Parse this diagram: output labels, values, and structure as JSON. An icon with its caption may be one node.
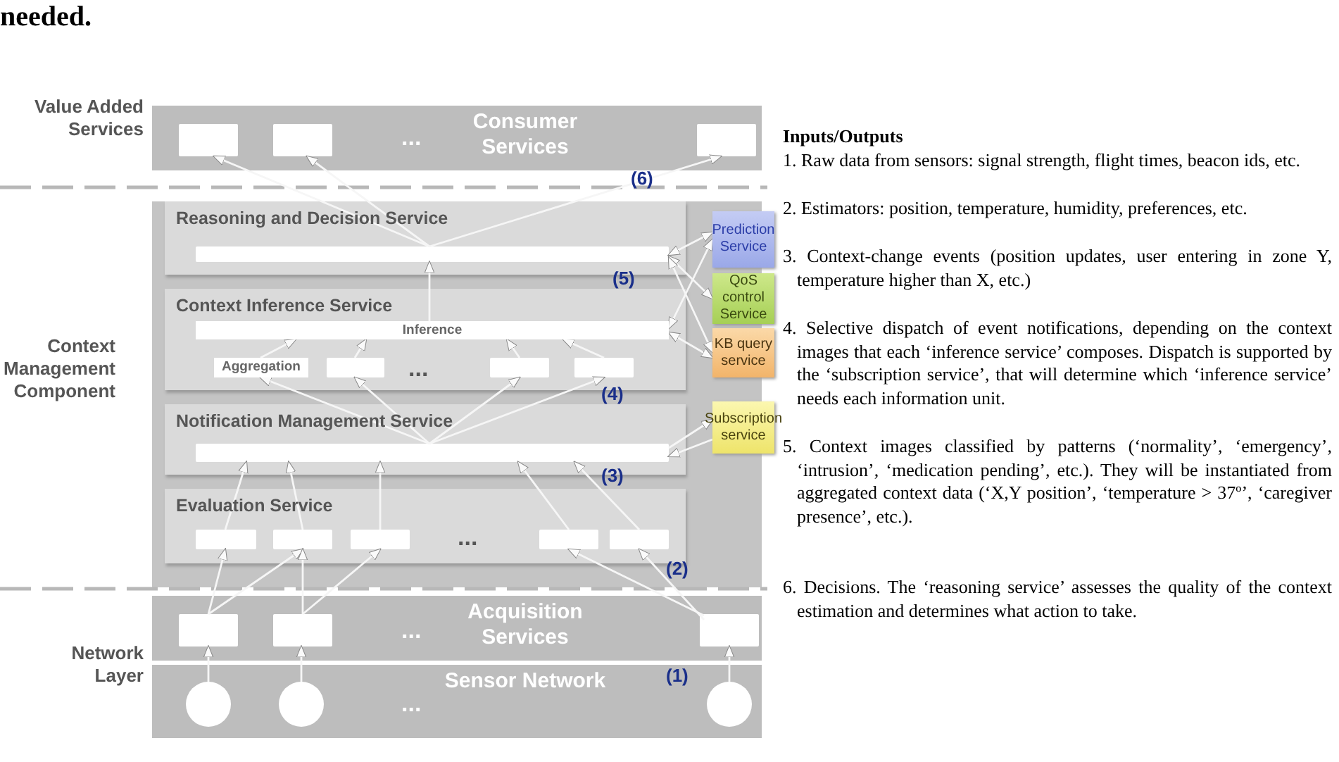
{
  "diagram": {
    "nodes": [
      {
        "text": [
          "Consumer Services"
        ]
      },
      {
        "text": [],
        "shape": "box",
        "in": 0
      },
      {
        "text": [],
        "shape": "box",
        "in": 0
      },
      {
        "text": [],
        "shape": "box",
        "in": 0
      },
      {
        "text": [],
        "shape": "box"
      },
      {
        "text": [
          "Reasoning and Decision Service"
        ],
        "in": 4
      },
      {
        "text": [],
        "shape": "bar",
        "in": 5
      },
      {
        "text": [
          "Context Inference Service"
        ],
        "in": 4
      },
      {
        "text": [
          "Inference"
        ],
        "in": 7
      },
      {
        "text": [
          "Aggregation"
        ],
        "in": 7
      },
      {
        "text": [],
        "shape": "box",
        "in": 7
      },
      {
        "text": [],
        "shape": "box",
        "in": 7
      },
      {
        "text": [],
        "shape": "box",
        "in": 7
      },
      {
        "text": [
          "Notification Management Service"
        ],
        "in": 4
      },
      {
        "text": [],
        "shape": "bar",
        "in": 13
      },
      {
        "text": [
          "Evaluation Service"
        ],
        "in": 4
      },
      {
        "text": [],
        "shape": "box",
        "in": 15
      },
      {
        "text": [],
        "shape": "box",
        "in": 15
      },
      {
        "text": [],
        "shape": "box",
        "in": 15
      },
      {
        "text": [],
        "shape": "box",
        "in": 15
      },
      {
        "text": [],
        "shape": "box",
        "in": 15
      },
      {
        "text": [
          "Prediction Service"
        ],
        "in": 4
      },
      {
        "text": [
          "QoS control Service"
        ],
        "in": 4
      },
      {
        "text": [
          "KB query service"
        ],
        "in": 4
      },
      {
        "text": [
          "Subscription service"
        ],
        "in": 4
      },
      {
        "text": [
          "Acquisition Services"
        ]
      },
      {
        "text": [],
        "shape": "box",
        "in": 25
      },
      {
        "text": [],
        "shape": "box",
        "in": 25
      },
      {
        "text": [],
        "shape": "box",
        "in": 25
      },
      {
        "text": [
          "Sensor Network"
        ]
      },
      {
        "text": [],
        "shape": "circle",
        "in": 29
      },
      {
        "text": [],
        "shape": "circle",
        "in": 29
      },
      {
        "text": [],
        "shape": "circle",
        "in": 29
      }
    ],
    "edges": [
      {
        "from": 6,
        "to": 1,
        "arrow": "to"
      },
      {
        "from": 6,
        "to": 2,
        "arrow": "to"
      },
      {
        "from": 6,
        "to": 3,
        "arrow": "to"
      },
      {
        "from": 8,
        "to": 6,
        "arrow": "to"
      },
      {
        "from": 21,
        "to": 6,
        "arrow": "both"
      },
      {
        "from": 22,
        "to": 6,
        "arrow": "both"
      },
      {
        "from": 23,
        "to": 6,
        "arrow": "both"
      },
      {
        "from": 21,
        "to": 8,
        "arrow": "both"
      },
      {
        "from": 23,
        "to": 8,
        "arrow": "both"
      },
      {
        "from": 9,
        "to": 8,
        "arrow": "to"
      },
      {
        "from": 10,
        "to": 8,
        "arrow": "to"
      },
      {
        "from": 11,
        "to": 8,
        "arrow": "to"
      },
      {
        "from": 12,
        "to": 8,
        "arrow": "to"
      },
      {
        "from": 14,
        "to": 9,
        "arrow": "to"
      },
      {
        "from": 14,
        "to": 10,
        "arrow": "to"
      },
      {
        "from": 14,
        "to": 11,
        "arrow": "to"
      },
      {
        "from": 14,
        "to": 12,
        "arrow": "to"
      },
      {
        "from": 16,
        "to": 14,
        "arrow": "to"
      },
      {
        "from": 17,
        "to": 14,
        "arrow": "to"
      },
      {
        "from": 18,
        "to": 14,
        "arrow": "to"
      },
      {
        "from": 19,
        "to": 14,
        "arrow": "to"
      },
      {
        "from": 20,
        "to": 14,
        "arrow": "to"
      },
      {
        "from": 14,
        "to": 24,
        "arrow": "to"
      },
      {
        "from": 24,
        "to": 14,
        "arrow": "to"
      },
      {
        "from": 26,
        "to": 16,
        "arrow": "to"
      },
      {
        "from": 26,
        "to": 17,
        "arrow": "to"
      },
      {
        "from": 27,
        "to": 17,
        "arrow": "to"
      },
      {
        "from": 27,
        "to": 18,
        "arrow": "to"
      },
      {
        "from": 28,
        "to": 19,
        "arrow": "to"
      },
      {
        "from": 28,
        "to": 20,
        "arrow": "to"
      },
      {
        "from": 30,
        "to": 26,
        "arrow": "to"
      },
      {
        "from": 31,
        "to": 27,
        "arrow": "to"
      },
      {
        "from": 32,
        "to": 28,
        "arrow": "to"
      }
    ],
    "labels": [
      "needed.",
      "Value Added Services",
      "...",
      "(6)",
      "(5)",
      "Context Management Component",
      "...",
      "(4)",
      "(3)",
      "...",
      "(2)",
      "...",
      "(1)",
      "Network Layer",
      "...",
      "Inputs/Outputs",
      "1. Raw data from sensors: signal strength, flight times, beacon ids, etc.",
      "2. Estimators: position, temperature, humidity, preferences, etc.",
      "3. Context-change events (position updates, user entering in zone Y, temperature higher than X, etc.)",
      "4. Selective dispatch of event notifications, depending on the context images that each ‘inference service’ composes. Dispatch is supported by the ‘subscription service’, that will determine which ‘inference service’ needs each information unit.",
      "5. Context images classified by patterns (‘normality’, ‘emergency’, ‘intrusion’, ‘medication pending’, etc.). They will be instantiated from aggregated context data (‘X,Y position’, ‘temperature > 37º’, ‘caregiver presence’, etc.).",
      "6. Decisions. The ‘reasoning service’ assesses the quality of the context estimation and determines what action to take."
    ]
  }
}
